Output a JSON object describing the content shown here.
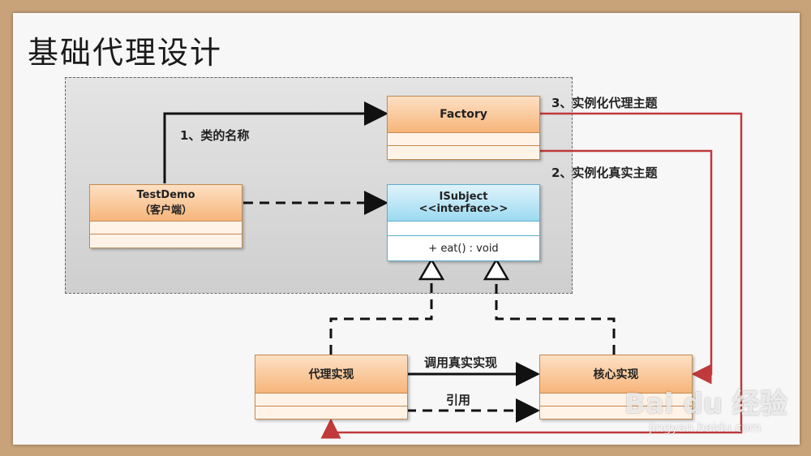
{
  "title": "基础代理设计",
  "classes": {
    "factory": {
      "name": "Factory"
    },
    "testdemo": {
      "name": "TestDemo",
      "subtitle": "（客户端）"
    },
    "isubject": {
      "name": "ISubject",
      "stereotype": "<<interface>>",
      "method": "+ eat() : void"
    },
    "proxy": {
      "name": "代理实现"
    },
    "core": {
      "name": "核心实现"
    }
  },
  "labels": {
    "class_name": "1、类的名称",
    "instantiate_proxy": "3、实例化代理主题",
    "instantiate_real": "2、实例化真实主题",
    "call_real": "调用真实实现",
    "reference": "引用"
  },
  "watermark": {
    "brand": "Bai du 经验",
    "url": "jingyan.baidu.com"
  },
  "colors": {
    "orange": "#f7b57a",
    "blue": "#9cdaf1",
    "red_line": "#c0393b"
  }
}
